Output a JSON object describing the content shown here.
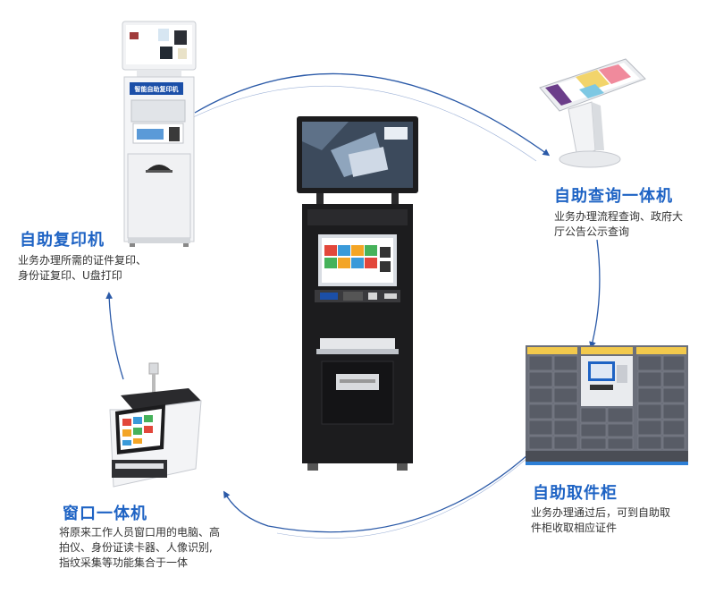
{
  "colors": {
    "accent_blue": "#1e63c4",
    "ring_blue": "#2b5aa8",
    "kiosk_black": "#1c1c1e",
    "locker_grey": "#6b6f7a",
    "text_dark": "#333333"
  },
  "copier": {
    "screen_label": "智能自助复印机",
    "title": "自助复印机",
    "desc_lines": [
      "业务办理所需的证件复印、",
      "身份证复印、U盘打印"
    ]
  },
  "query": {
    "title": "自助查询一体机",
    "desc_lines": [
      "业务办理流程查询、政府大",
      "厅公告公示查询"
    ]
  },
  "window": {
    "title": "窗口一体机",
    "desc_lines": [
      "将原来工作人员窗口用的电脑、高",
      "拍仪、身份证读卡器、人像识别,",
      "指纹采集等功能集合于一体"
    ]
  },
  "locker": {
    "title": "自助取件柜",
    "desc_lines": [
      "业务办理通过后，可到自助取",
      "件柜收取相应证件"
    ]
  }
}
